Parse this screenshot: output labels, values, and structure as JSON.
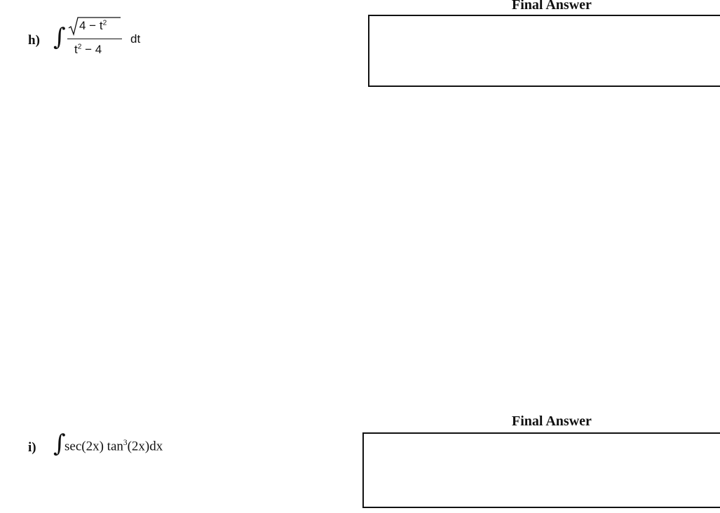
{
  "problems": [
    {
      "label": "h)",
      "integral_sign": "∫",
      "numerator_radicand": "4 − t",
      "numerator_exp": "2",
      "denominator_base": "t",
      "denominator_exp": "2",
      "denominator_rest": " − 4",
      "differential": "dt",
      "answer_title": "Final Answer"
    },
    {
      "label": "i)",
      "integral_sign": "∫",
      "func1": "sec(2x)",
      "func2": "tan",
      "func2_exp": "3",
      "func2_arg": "(2x)dx",
      "answer_title": "Final Answer"
    }
  ]
}
